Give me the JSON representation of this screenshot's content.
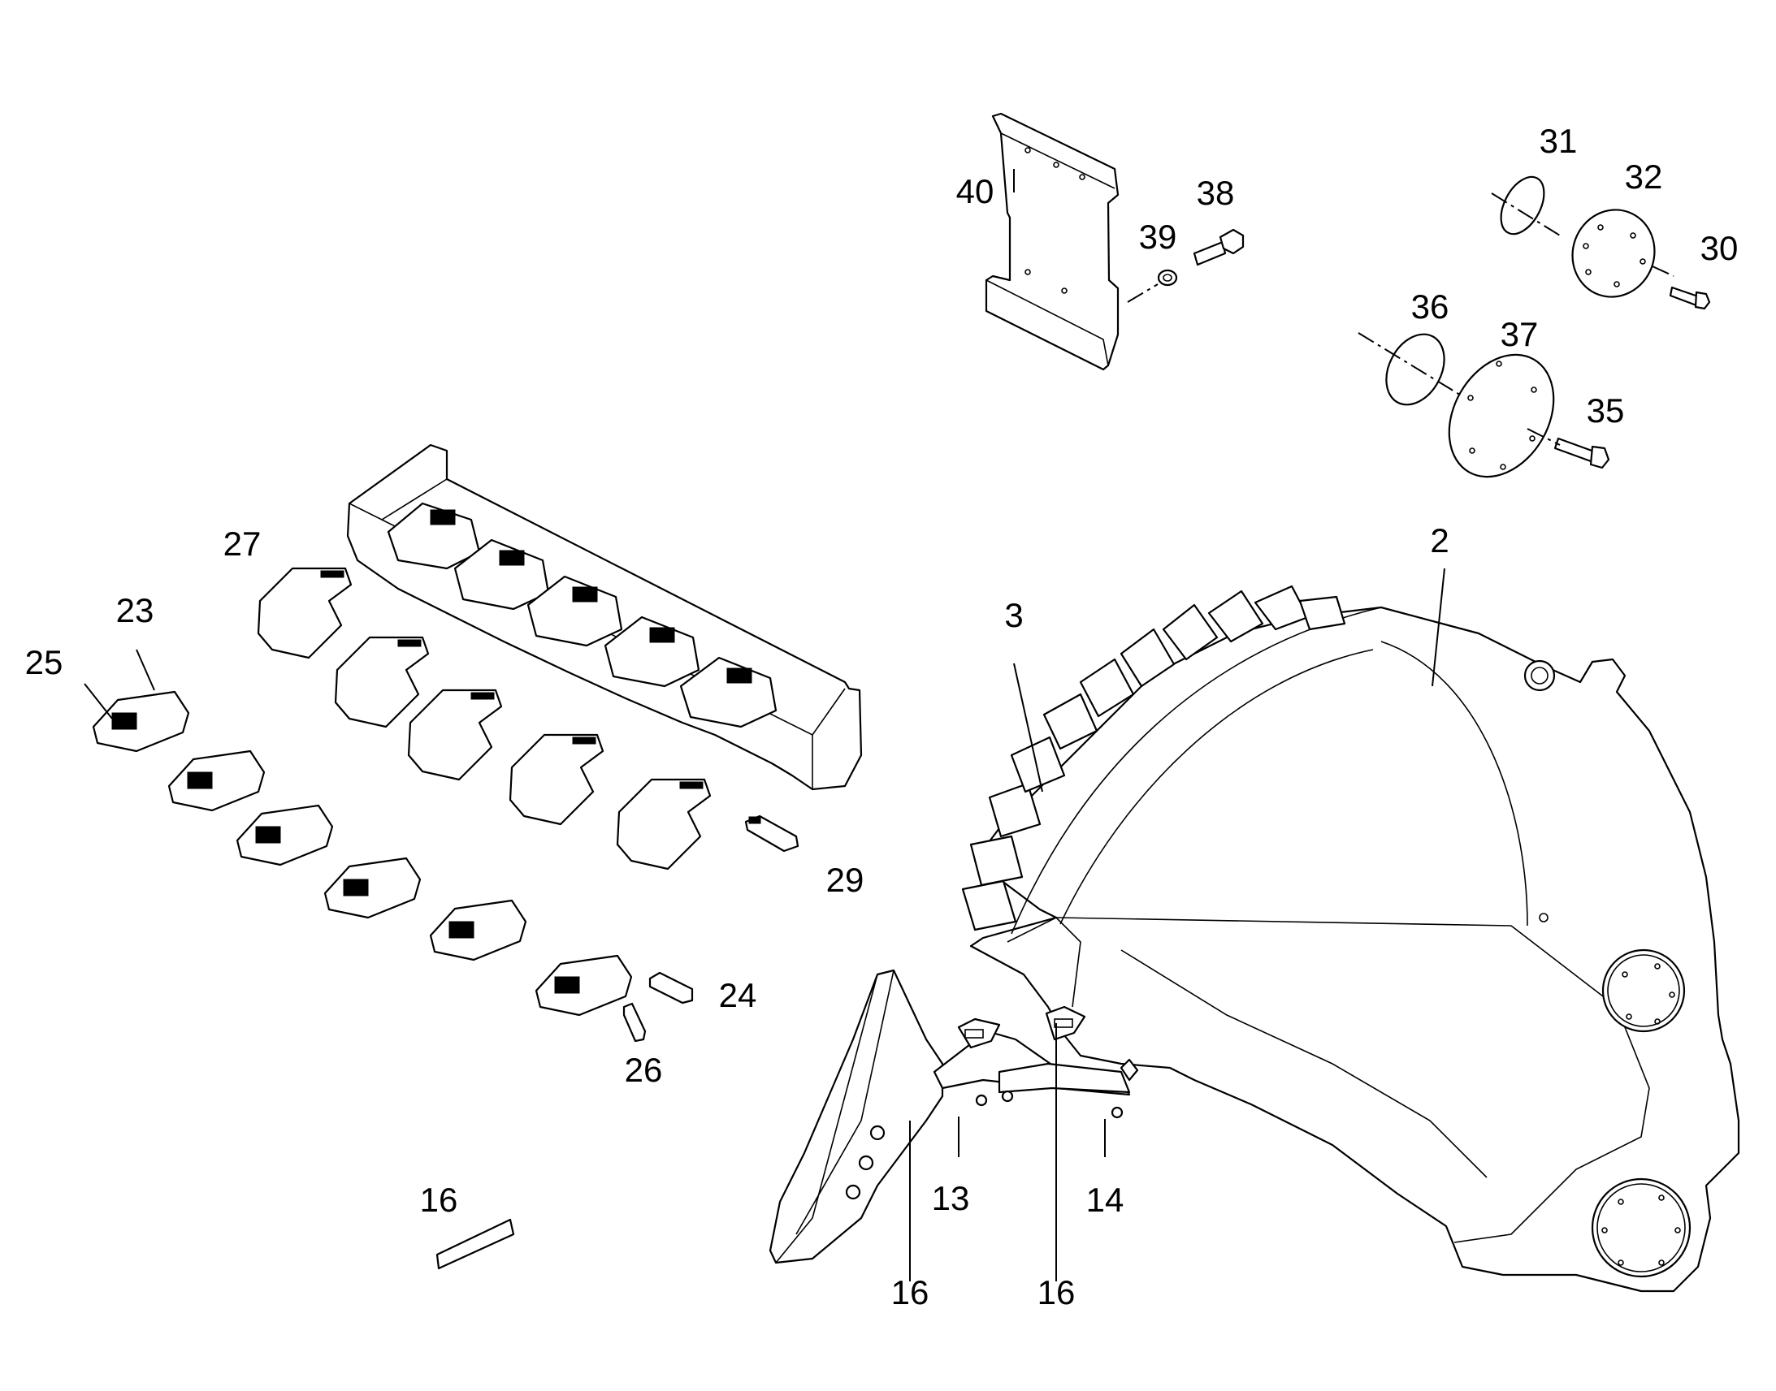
{
  "diagram": {
    "type": "exploded parts diagram",
    "callouts": [
      {
        "id": "c40",
        "label": "40"
      },
      {
        "id": "c38",
        "label": "38"
      },
      {
        "id": "c39",
        "label": "39"
      },
      {
        "id": "c31",
        "label": "31"
      },
      {
        "id": "c32",
        "label": "32"
      },
      {
        "id": "c30",
        "label": "30"
      },
      {
        "id": "c36",
        "label": "36"
      },
      {
        "id": "c37",
        "label": "37"
      },
      {
        "id": "c35",
        "label": "35"
      },
      {
        "id": "c27",
        "label": "27"
      },
      {
        "id": "c23",
        "label": "23"
      },
      {
        "id": "c25",
        "label": "25"
      },
      {
        "id": "c2",
        "label": "2"
      },
      {
        "id": "c3",
        "label": "3"
      },
      {
        "id": "c29",
        "label": "29"
      },
      {
        "id": "c24",
        "label": "24"
      },
      {
        "id": "c26",
        "label": "26"
      },
      {
        "id": "c16a",
        "label": "16"
      },
      {
        "id": "c13",
        "label": "13"
      },
      {
        "id": "c14",
        "label": "14"
      },
      {
        "id": "c16b",
        "label": "16"
      },
      {
        "id": "c16c",
        "label": "16"
      }
    ]
  }
}
